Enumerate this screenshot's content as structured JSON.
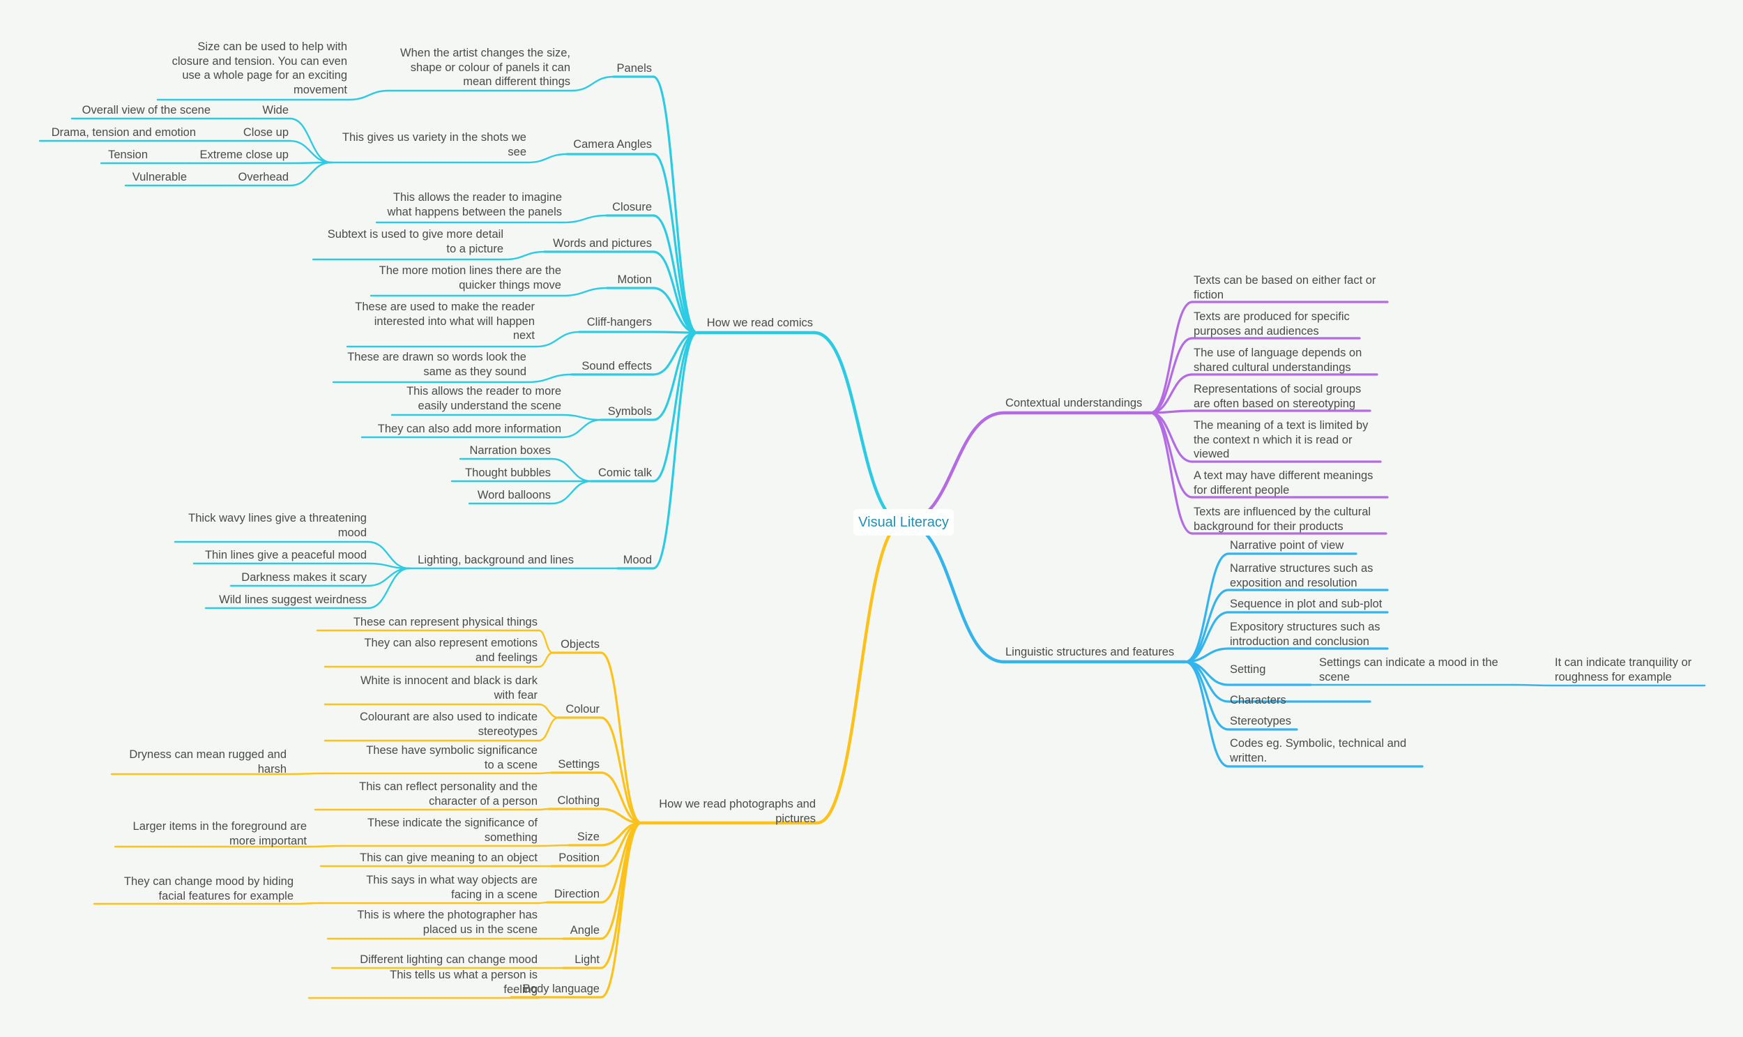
{
  "root": {
    "label": "Visual Literacy"
  },
  "colors": {
    "comics": "#2ccbe4",
    "photos": "#fcc21b",
    "contextual": "#b36ae2",
    "linguistic": "#33b4ec",
    "text": "#4a4a4a",
    "root_text": "#1f8fb5",
    "background": "#f5f7f4"
  },
  "branches": [
    {
      "id": "comics",
      "label": "How we read comics",
      "children": [
        {
          "label": "Panels",
          "children": [
            {
              "label": "When the artist changes the size,\nshape or colour of panels it can\nmean different things",
              "children": [
                {
                  "label": "Size can be used to help with\nclosure and tension. You can even\nuse a whole page for an exciting\nmovement"
                }
              ]
            }
          ]
        },
        {
          "label": "Camera Angles",
          "children": [
            {
              "label": "This gives us variety in the shots we\nsee",
              "children": [
                {
                  "label": "Wide",
                  "children": [
                    {
                      "label": "Overall view of the scene"
                    }
                  ]
                },
                {
                  "label": "Close up",
                  "children": [
                    {
                      "label": "Drama, tension and emotion"
                    }
                  ]
                },
                {
                  "label": "Extreme close up",
                  "children": [
                    {
                      "label": "Tension"
                    }
                  ]
                },
                {
                  "label": "Overhead",
                  "children": [
                    {
                      "label": "Vulnerable"
                    }
                  ]
                }
              ]
            }
          ]
        },
        {
          "label": "Closure",
          "children": [
            {
              "label": "This allows the reader to imagine\nwhat happens between the panels"
            }
          ]
        },
        {
          "label": "Words and pictures",
          "children": [
            {
              "label": "Subtext is used to give more detail\nto a picture"
            }
          ]
        },
        {
          "label": "Motion",
          "children": [
            {
              "label": "The more motion lines there are the\nquicker things move"
            }
          ]
        },
        {
          "label": "Cliff-hangers",
          "children": [
            {
              "label": "These are used to make the reader\ninterested into what will happen\nnext"
            }
          ]
        },
        {
          "label": "Sound effects",
          "children": [
            {
              "label": "These are drawn so words look the\nsame as they sound"
            }
          ]
        },
        {
          "label": "Symbols",
          "children": [
            {
              "label": "This allows the reader to more\neasily understand the scene"
            },
            {
              "label": "They can also add more information"
            }
          ]
        },
        {
          "label": "Comic talk",
          "children": [
            {
              "label": "Narration boxes"
            },
            {
              "label": "Thought bubbles"
            },
            {
              "label": "Word balloons"
            }
          ]
        },
        {
          "label": "Mood",
          "children": [
            {
              "label": "Lighting, background and lines",
              "children": [
                {
                  "label": "Thick wavy lines give a threatening\nmood"
                },
                {
                  "label": "Thin lines give a peaceful mood"
                },
                {
                  "label": "Darkness makes it scary"
                },
                {
                  "label": "Wild lines suggest weirdness"
                }
              ]
            }
          ]
        }
      ]
    },
    {
      "id": "photos",
      "label": "How we read photographs and\npictures",
      "children": [
        {
          "label": "Objects",
          "children": [
            {
              "label": "These can represent physical things"
            },
            {
              "label": "They can also represent emotions\nand feelings"
            }
          ]
        },
        {
          "label": "Colour",
          "children": [
            {
              "label": "White is innocent and black is dark\nwith fear"
            },
            {
              "label": "Colourant are also used to indicate\nstereotypes"
            }
          ]
        },
        {
          "label": "Settings",
          "children": [
            {
              "label": "These have symbolic significance\nto a scene",
              "children": [
                {
                  "label": "Dryness can mean rugged and\nharsh"
                }
              ]
            }
          ]
        },
        {
          "label": "Clothing",
          "children": [
            {
              "label": "This can reflect personality and the\ncharacter of a person"
            }
          ]
        },
        {
          "label": "Size",
          "children": [
            {
              "label": "These indicate the significance of\nsomething",
              "children": [
                {
                  "label": "Larger items in the foreground are\nmore important"
                }
              ]
            }
          ]
        },
        {
          "label": "Position",
          "children": [
            {
              "label": "This can give meaning to an object"
            }
          ]
        },
        {
          "label": "Direction",
          "children": [
            {
              "label": "This says in what way objects are\nfacing in a scene",
              "children": [
                {
                  "label": "They can change mood by hiding\nfacial features for example"
                }
              ]
            }
          ]
        },
        {
          "label": "Angle",
          "children": [
            {
              "label": "This is where the photographer has\nplaced us in the scene"
            }
          ]
        },
        {
          "label": "Light",
          "children": [
            {
              "label": "Different lighting can change mood"
            }
          ]
        },
        {
          "label": "Body language",
          "children": [
            {
              "label": "This tells us what a person is\nfeeling"
            }
          ]
        }
      ]
    },
    {
      "id": "contextual",
      "label": "Contextual understandings",
      "children": [
        {
          "label": "Texts can be based on either fact or\nfiction"
        },
        {
          "label": "Texts are produced for specific\npurposes and audiences"
        },
        {
          "label": "The use of language depends on\nshared cultural understandings"
        },
        {
          "label": "Representations of social groups\nare often based on stereotyping"
        },
        {
          "label": "The meaning of a text is limited by\nthe context n which it is read or\nviewed"
        },
        {
          "label": "A text may have different meanings\nfor different people"
        },
        {
          "label": "Texts are influenced by the cultural\nbackground for their products"
        }
      ]
    },
    {
      "id": "linguistic",
      "label": "Linguistic structures and features",
      "children": [
        {
          "label": "Narrative point of view"
        },
        {
          "label": "Narrative structures such as\nexposition and resolution"
        },
        {
          "label": "Sequence in plot and sub-plot"
        },
        {
          "label": "Expository structures such as\nintroduction and conclusion"
        },
        {
          "label": "Setting",
          "children": [
            {
              "label": "Settings can indicate a mood in the\nscene",
              "children": [
                {
                  "label": "It can indicate tranquility or\nroughness for example"
                }
              ]
            }
          ]
        },
        {
          "label": "Characters"
        },
        {
          "label": "Stereotypes"
        },
        {
          "label": "Codes eg. Symbolic, technical and\nwritten."
        }
      ]
    }
  ]
}
